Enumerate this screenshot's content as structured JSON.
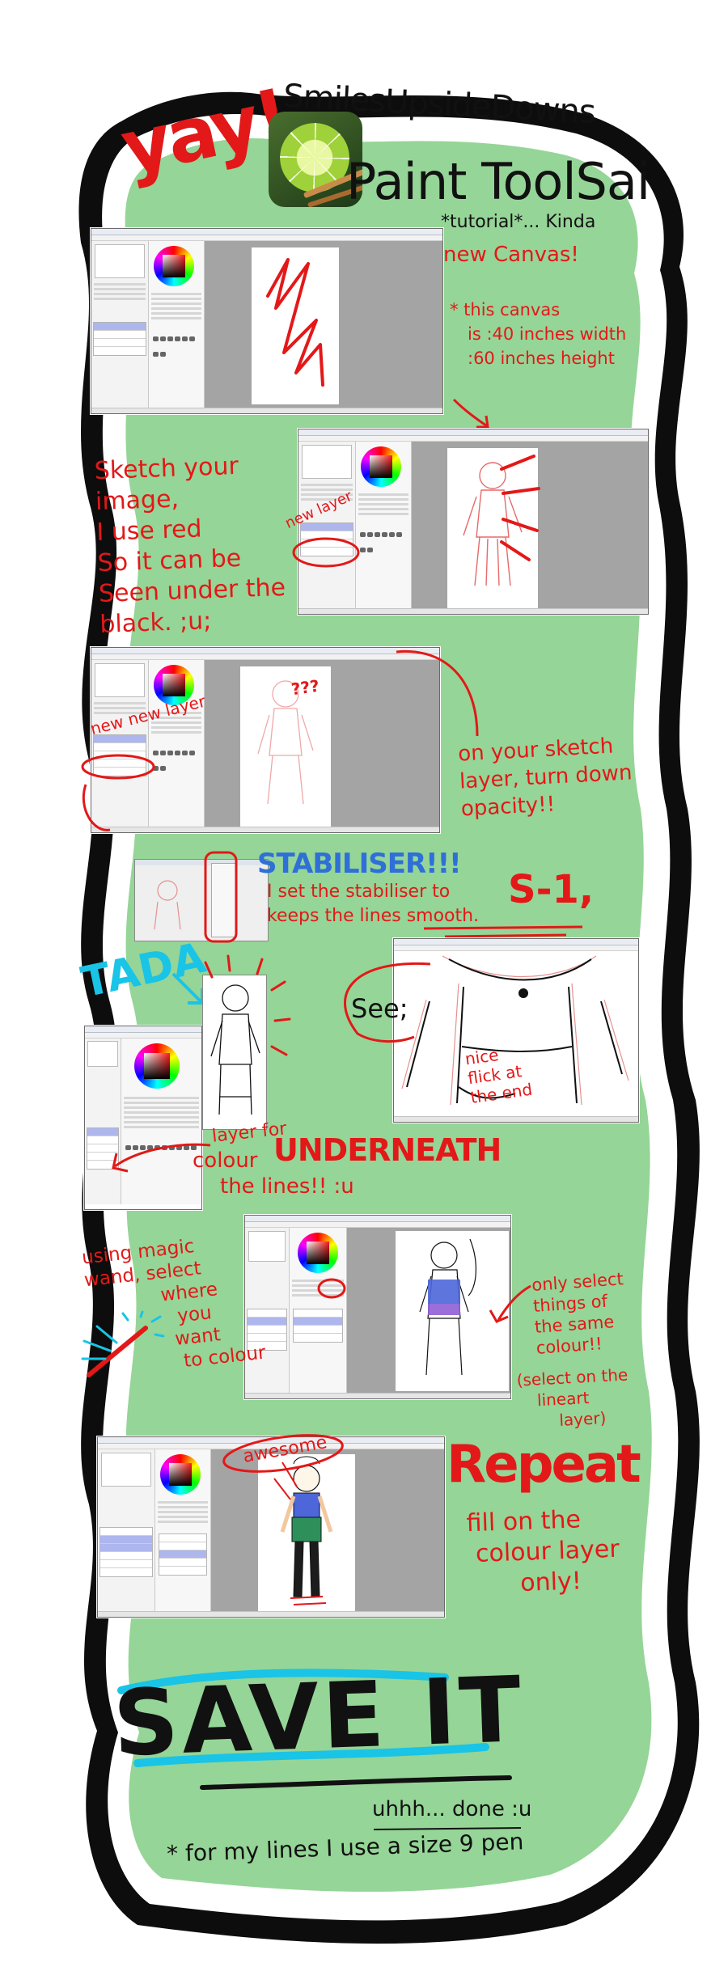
{
  "heading": {
    "yay": "yay!",
    "channel": "SmilesUpsideDowns",
    "app_name": "Paint ToolSai",
    "subtitle": "*tutorial*... Kinda"
  },
  "steps": {
    "new_canvas": "new Canvas!",
    "canvas_size_lines": [
      "* this canvas",
      "is :40 inches width",
      ":60 inches height"
    ],
    "sketch_lines": [
      "Sketch your",
      "image,",
      "I use red",
      "So it can be",
      "Seen under the",
      "black. ;u;"
    ],
    "new_layer_1": "new layer",
    "new_layer_2": "new new layer",
    "question": "???",
    "opacity_lines": [
      "on your sketch",
      "layer, turn down",
      "opacity!!"
    ],
    "stabiliser_title": "STABILISER!!!",
    "stabiliser_lines": [
      "I set the stabiliser to",
      "keeps the lines smooth."
    ],
    "stabiliser_value": "S-1,",
    "tada": "TADA",
    "see": "See;",
    "flick_lines": [
      "nice",
      "flick at",
      "the end"
    ],
    "underneath_prefix": "layer for",
    "underneath_colour": "colour",
    "underneath_word": "UNDERNEATH",
    "underneath_suffix": "the lines!! :u",
    "magic_wand_lines": [
      "using magic",
      "wand, select",
      "where",
      "you",
      "want",
      "to colour"
    ],
    "same_colour_lines": [
      "only select",
      "things of",
      "the same",
      "colour!!"
    ],
    "lineart_lines": [
      "(select on the",
      "lineart",
      "layer)"
    ],
    "awesome": "awesome",
    "repeat_title": "Repeat",
    "repeat_lines": [
      "fill on the",
      "colour layer",
      "only!"
    ],
    "save": "SAVE IT",
    "done": "uhhh... done :u",
    "pen_note": "* for my lines I use a size 9 pen"
  },
  "colors": {
    "background_green": "#95d597",
    "annotation_red": "#e31818",
    "annotation_cyan": "#19c4e6",
    "outline_black": "#0d0d0d"
  },
  "icons": [
    "paint-tool-sai-logo-icon",
    "magic-wand-icon",
    "color-wheel-icon"
  ]
}
